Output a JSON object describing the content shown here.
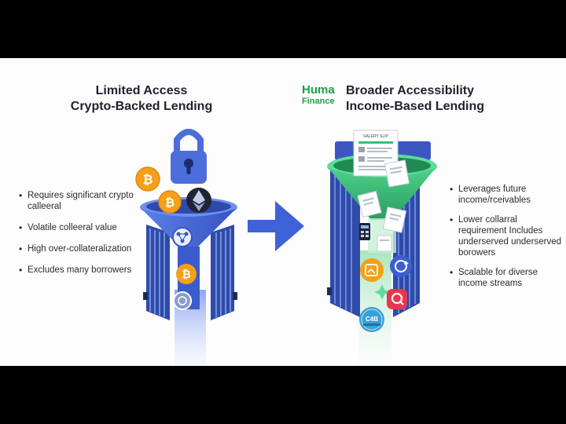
{
  "left": {
    "title_line1": "Limited Access",
    "title_line2": "Crypto-Backed Lending",
    "bullets": [
      "Requires significant crypto calleeral",
      "Volatile colleeral value",
      "High over-collateralization",
      "Excludes many borrowers"
    ]
  },
  "right": {
    "brand_line1": "Huma",
    "brand_line2": "Finance",
    "title_line1": "Broader Accessibility",
    "title_line2": "Income-Based Lending",
    "doc_label": "SALERY SLIP",
    "badge_label": "C4B",
    "bullets": [
      "Leverages future income/rceivables",
      "Lower collarral requirement Includes underserved underserved borowers",
      "Scalable for diverse income streams"
    ]
  },
  "colors": {
    "navy": "#3550b5",
    "blue": "#4a6fe0",
    "light_blue": "#aec3f5",
    "green": "#35c07a",
    "orange": "#f4a01a",
    "red": "#e8374d",
    "background": "#fdfdfd",
    "letterbox": "#000000"
  },
  "icons": [
    "padlock-icon",
    "bitcoin-icon",
    "ethereum-icon",
    "network-icon",
    "arrow-right-icon",
    "document-icon",
    "calendar-icon",
    "sync-icon",
    "chat-icon",
    "badge-icon"
  ]
}
